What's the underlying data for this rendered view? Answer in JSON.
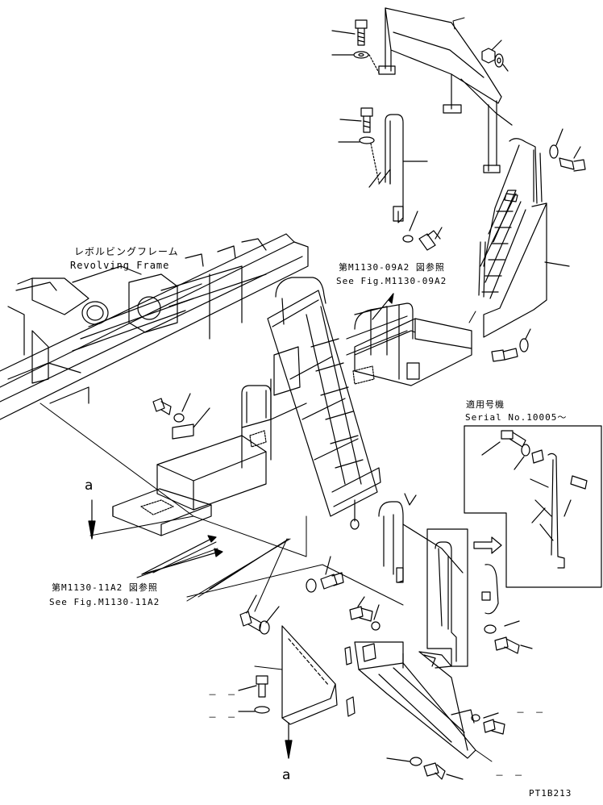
{
  "labels": {
    "revolving_frame_jp": "レボルビングフレーム",
    "revolving_frame_en": "Revolving Frame",
    "ref_top_jp": "第M1130-09A2 図参照",
    "ref_top_en": "See Fig.M1130-09A2",
    "serial_jp": "適用号機",
    "serial_en": "Serial No.10005～",
    "ref_bottom_jp": "第M1130-11A2 図参照",
    "ref_bottom_en": "See Fig.M1130-11A2",
    "view_a_top": "a",
    "view_a_bottom": "a",
    "figure_id": "PT1B213"
  },
  "placeholder_marks": {
    "dash_1": "－ －",
    "dash_2": "－ －",
    "dash_3": "－ －",
    "dash_4": "－ －"
  }
}
